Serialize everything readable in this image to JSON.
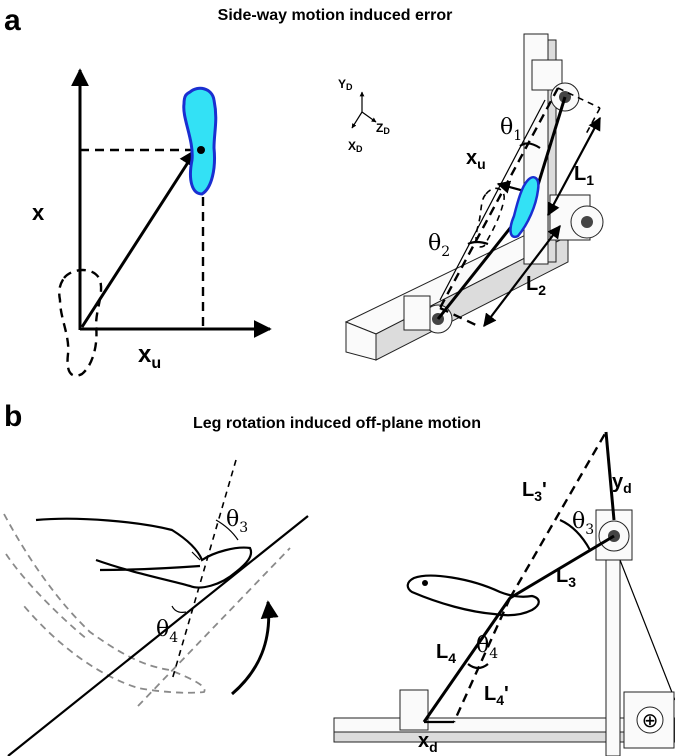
{
  "panel_a": {
    "letter": "a",
    "title": "Side-way motion induced error",
    "left": {
      "axis_x": "x",
      "axis_xu": "x",
      "axis_xu_sub": "u"
    },
    "right": {
      "yd": "Y",
      "yd_sub": "D",
      "zd": "Z",
      "zd_sub": "D",
      "xd": "X",
      "xd_sub": "D",
      "theta1": "θ",
      "theta1_sub": "1",
      "theta2": "θ",
      "theta2_sub": "2",
      "xu": "x",
      "xu_sub": "u",
      "l1": "L",
      "l1_sub": "1",
      "l2": "L",
      "l2_sub": "2"
    }
  },
  "panel_b": {
    "letter": "b",
    "title": "Leg rotation induced off-plane motion",
    "left": {
      "theta3": "θ",
      "theta3_sub": "3",
      "theta4": "θ",
      "theta4_sub": "4"
    },
    "right": {
      "l3p": "L",
      "l3p_sub": "3",
      "l3p_prime": "'",
      "yd": "y",
      "yd_sub": "d",
      "theta3": "θ",
      "theta3_sub": "3",
      "l3": "L",
      "l3_sub": "3",
      "l4": "L",
      "l4_sub": "4",
      "theta4": "θ",
      "theta4_sub": "4",
      "l4p": "L",
      "l4p_sub": "4",
      "l4p_prime": "'",
      "xd": "x",
      "xd_sub": "d",
      "encoder_symbol": "⊕"
    }
  },
  "colors": {
    "foot_fill": "#33e1f5",
    "foot_stroke": "#1a2fd1",
    "ghost_leg": "#8a8a8a"
  }
}
